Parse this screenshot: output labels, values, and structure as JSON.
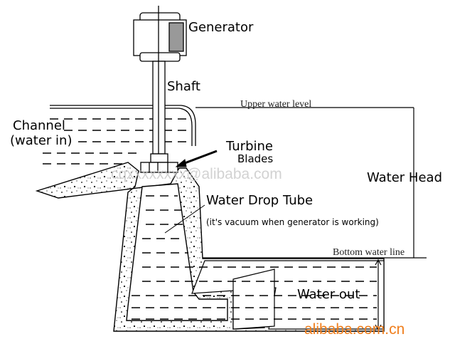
{
  "diagram": {
    "labels": {
      "generator": "Generator",
      "shaft": "Shaft",
      "channel": "Channel",
      "water_in": "(water in)",
      "turbine": "Turbine",
      "blades": "Blades",
      "upper_water_level": "Upper water level",
      "water_head": "Water Head",
      "water_drop_tube": "Water Drop Tube",
      "vacuum_note": "(it's vacuum when generator is working)",
      "bottom_water_line": "Bottom water line",
      "water_out": "Water out"
    },
    "watermark": "cqxxxxxxxx@alibaba.com",
    "brand": "alibaba.com.cn",
    "colors": {
      "brand": "#f07f1e",
      "line": "#000000"
    }
  }
}
